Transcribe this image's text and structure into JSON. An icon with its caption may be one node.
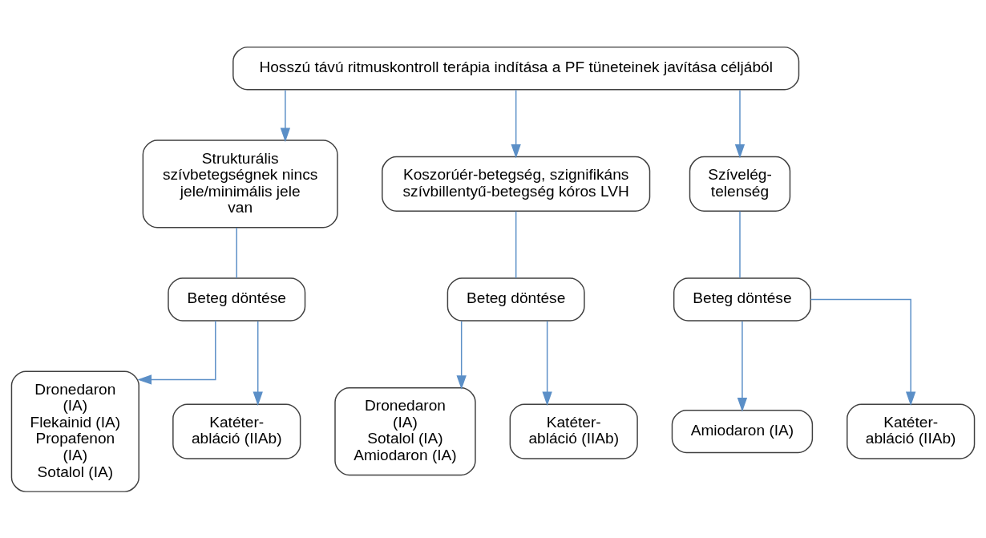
{
  "diagram": {
    "nodes": [
      {
        "text": [
          "Hosszú távú ritmuskontroll terápia indítása a PF tüneteinek javítása céljából"
        ]
      },
      {
        "text": [
          "Strukturális szívbetegségnek nincs jele/minimális jele van"
        ]
      },
      {
        "text": [
          "Koszorúér-betegség, szignifikáns szívbillentyű-betegség kóros LVH"
        ]
      },
      {
        "text": [
          "Szívelég- telenség"
        ]
      },
      {
        "text": [
          "Beteg döntése"
        ]
      },
      {
        "text": [
          "Beteg döntése"
        ]
      },
      {
        "text": [
          "Beteg döntése"
        ]
      },
      {
        "text": [
          "Dronedaron (IA)",
          "Flekainid (IA)",
          "Propafenon (IA)",
          "Sotalol (IA)"
        ]
      },
      {
        "text": [
          "Katéter- abláció (IIAb)"
        ]
      },
      {
        "text": [
          "Dronedaron (IA)",
          "Sotalol (IA)",
          "Amiodaron (IA)"
        ]
      },
      {
        "text": [
          "Katéter- abláció (IIAb)"
        ]
      },
      {
        "text": [
          "Amiodaron (IA)"
        ]
      },
      {
        "text": [
          "Katéter- abláció (IIAb)"
        ]
      }
    ],
    "edges": [
      {
        "from": 0,
        "to": 1,
        "arrow": "to"
      },
      {
        "from": 0,
        "to": 2,
        "arrow": "to"
      },
      {
        "from": 0,
        "to": 3,
        "arrow": "to"
      },
      {
        "from": 1,
        "to": 4,
        "arrow": "none"
      },
      {
        "from": 2,
        "to": 5,
        "arrow": "none"
      },
      {
        "from": 3,
        "to": 6,
        "arrow": "none"
      },
      {
        "from": 4,
        "to": 7,
        "arrow": "to"
      },
      {
        "from": 4,
        "to": 8,
        "arrow": "to"
      },
      {
        "from": 5,
        "to": 9,
        "arrow": "to"
      },
      {
        "from": 5,
        "to": 10,
        "arrow": "to"
      },
      {
        "from": 6,
        "to": 11,
        "arrow": "to"
      },
      {
        "from": 6,
        "to": 12,
        "arrow": "to"
      }
    ]
  }
}
